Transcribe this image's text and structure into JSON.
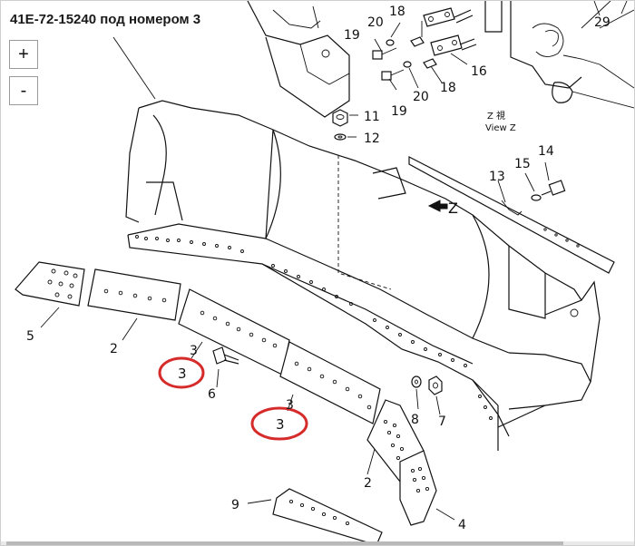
{
  "title": "41E-72-15240 под номером 3",
  "controls": {
    "zoom_in_label": "+",
    "zoom_out_label": "-"
  },
  "callouts": {
    "c2a": "2",
    "c2b": "2",
    "c3a": "3",
    "c3b": "3",
    "c3c": "3",
    "c3d": "3",
    "c4": "4",
    "c5": "5",
    "c6": "6",
    "c7": "7",
    "c8": "8",
    "c9": "9",
    "c11": "11",
    "c12": "12",
    "c13": "13",
    "c14": "14",
    "c15": "15",
    "c16": "16",
    "c18a": "18",
    "c18b": "18",
    "c19a": "19",
    "c19b": "19",
    "c20a": "20",
    "c20b": "20",
    "c29": "29"
  },
  "view_label": {
    "line1": "Z  視",
    "line2": "View  Z",
    "arrow": "Z"
  },
  "colors": {
    "highlight": "#d62b2b",
    "line": "#111111"
  }
}
